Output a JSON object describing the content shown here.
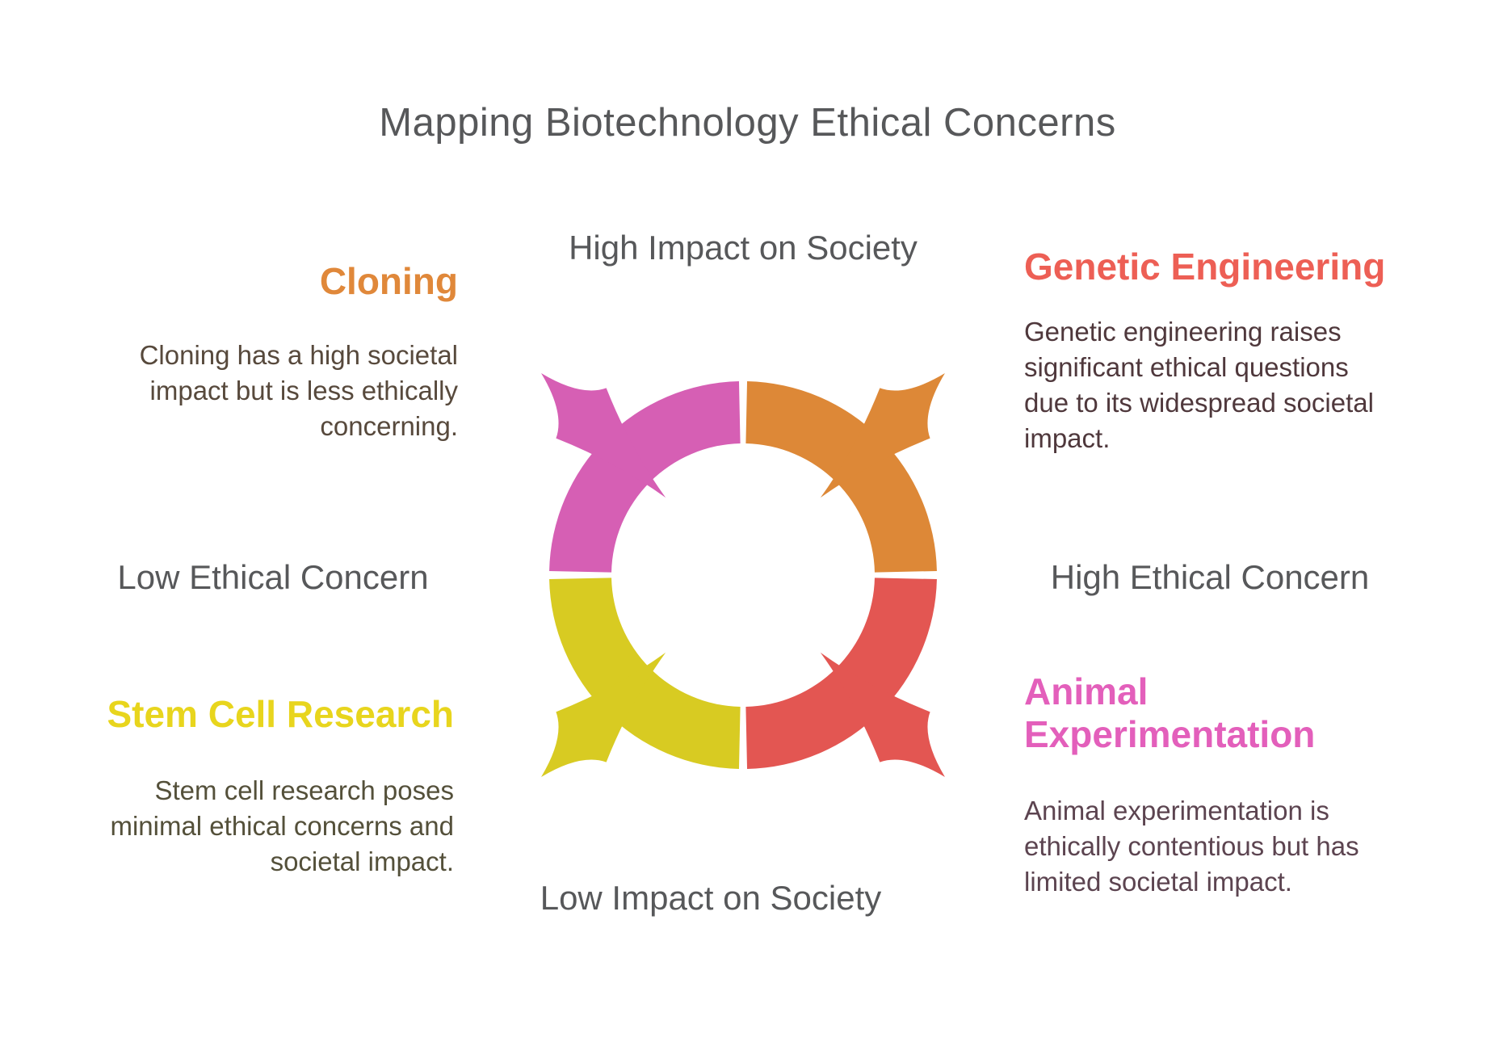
{
  "title": {
    "text": "Mapping Biotechnology Ethical Concerns",
    "color": "#57585A"
  },
  "axis_labels": {
    "top": "High Impact on Society",
    "bottom": "Low Impact on Society",
    "left": "Low Ethical Concern",
    "right": "High Ethical Concern",
    "color": "#57585A"
  },
  "cycle": {
    "segments": [
      {
        "position": "top-left",
        "color": "#D65FB4"
      },
      {
        "position": "top-right",
        "color": "#DD8837"
      },
      {
        "position": "bottom-right",
        "color": "#E35652"
      },
      {
        "position": "bottom-left",
        "color": "#D8CB22"
      }
    ]
  },
  "sections": [
    {
      "id": "cloning",
      "heading": "Cloning",
      "heading_color": "#E0883A",
      "body_color": "#57493C",
      "lines": [
        "Cloning has a high societal",
        "impact but is less ethically",
        "concerning."
      ]
    },
    {
      "id": "genetic-engineering",
      "heading": "Genetic Engineering",
      "heading_color": "#ED5F55",
      "body_color": "#4F383C",
      "lines": [
        "Genetic engineering raises",
        "significant ethical questions",
        "due to its widespread societal",
        "impact."
      ]
    },
    {
      "id": "stem-cell-research",
      "heading": "Stem Cell Research",
      "heading_color": "#E8D51D",
      "body_color": "#54503A",
      "lines": [
        "Stem cell research poses",
        "minimal ethical concerns and",
        "societal impact."
      ]
    },
    {
      "id": "animal-experimentation",
      "heading": "Animal Experimentation",
      "heading_color": "#E35FBB",
      "body_color": "#5C4450",
      "lines": [
        "Animal experimentation is",
        "ethically contentious but has",
        "limited societal impact."
      ]
    }
  ]
}
